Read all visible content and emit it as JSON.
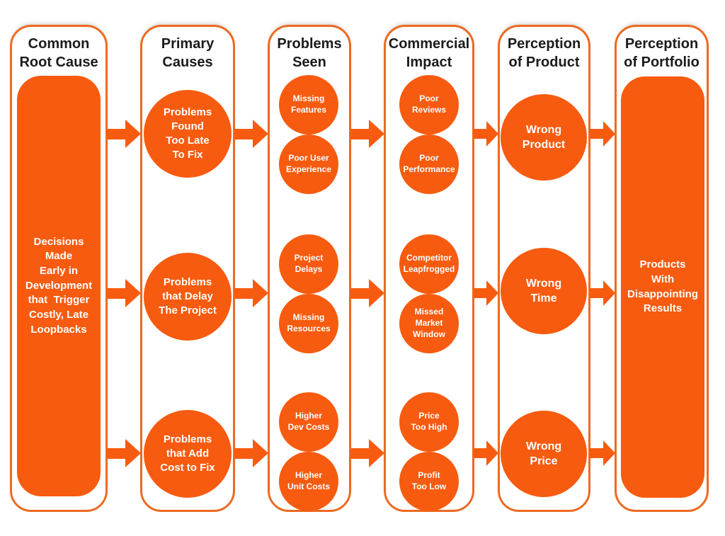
{
  "colors": {
    "bg": "#ffffff",
    "orange": "#f75b0f",
    "border": "#ed6a21",
    "header": "#1b1b1b",
    "shapeText": "#ffffff"
  },
  "columns": [
    {
      "header": "Common\nRoot Cause",
      "box_text": "Decisions\nMade\nEarly in\nDevelopment\nthat  Trigger\nCostly, Late\nLoopbacks"
    },
    {
      "header": "Primary\nCauses",
      "circles": [
        "Problems\nFound\nToo Late\nTo Fix",
        "Problems\nthat Delay\nThe Project",
        "Problems\nthat Add\nCost to Fix"
      ]
    },
    {
      "header": "Problems\nSeen",
      "circles": [
        "Missing\nFeatures",
        "Poor User\nExperience",
        "Project\nDelays",
        "Missing\nResources",
        "Higher\nDev Costs",
        "Higher\nUnit Costs"
      ]
    },
    {
      "header": "Commercial\nImpact",
      "circles": [
        "Poor\nReviews",
        "Poor\nPerformance",
        "Competitor\nLeapfrogged",
        "Missed\nMarket\nWindow",
        "Price\nToo High",
        "Profit\nToo Low"
      ]
    },
    {
      "header": "Perception\nof Product",
      "circles": [
        "Wrong\nProduct",
        "Wrong\nTime",
        "Wrong\nPrice"
      ]
    },
    {
      "header": "Perception\nof Portfolio",
      "box_text": "Products\nWith\nDisappointing\nResults"
    }
  ]
}
